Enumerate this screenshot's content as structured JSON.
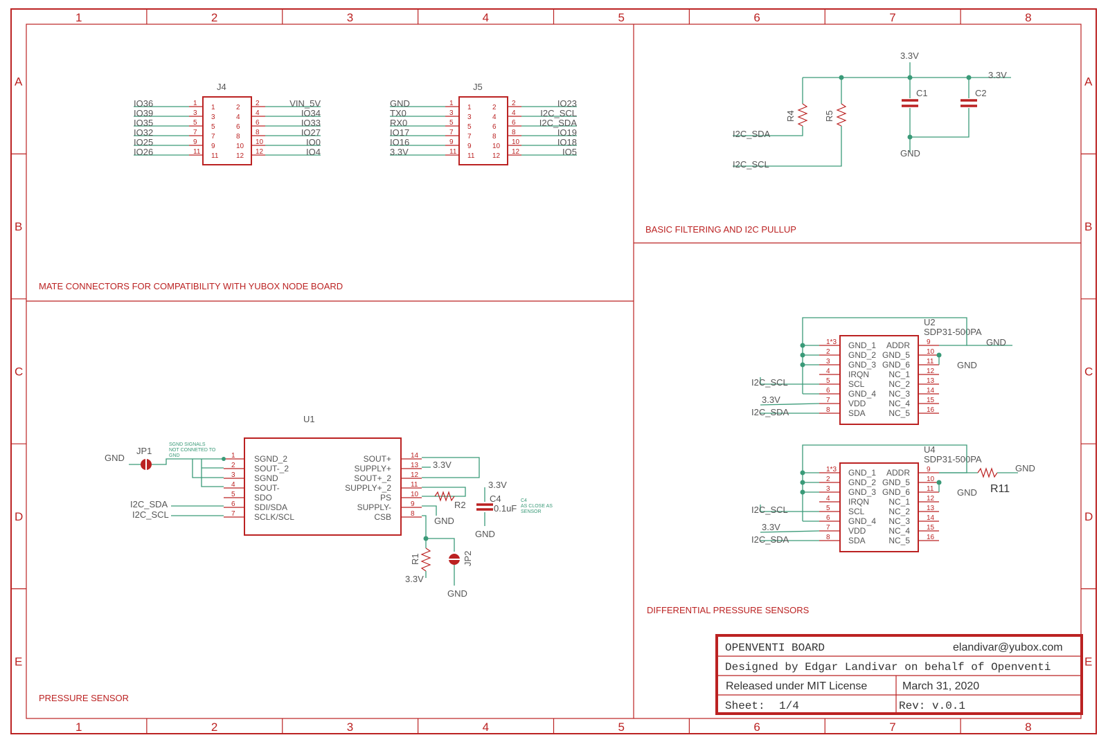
{
  "frame": {
    "columns": [
      "1",
      "2",
      "3",
      "4",
      "5",
      "6",
      "7",
      "8"
    ],
    "rows": [
      "A",
      "B",
      "C",
      "D",
      "E"
    ]
  },
  "sections": {
    "mate": "MATE CONNECTORS FOR COMPATIBILITY WITH YUBOX NODE BOARD",
    "filter": "BASIC FILTERING AND I2C PULLUP",
    "pressure": "PRESSURE SENSOR",
    "diff": "DIFFERENTIAL PRESSURE SENSORS"
  },
  "j4": {
    "name": "J4",
    "left_nets": [
      "IO36",
      "IO39",
      "IO35",
      "IO32",
      "IO25",
      "IO26"
    ],
    "right_nets": [
      "VIN_5V",
      "IO34",
      "IO33",
      "IO27",
      "IO0",
      "IO4"
    ],
    "left_pins": [
      "1",
      "3",
      "5",
      "7",
      "9",
      "11"
    ],
    "right_pins": [
      "2",
      "4",
      "6",
      "8",
      "10",
      "12"
    ]
  },
  "j5": {
    "name": "J5",
    "left_nets": [
      "GND",
      "TX0",
      "RX0",
      "IO17",
      "IO16",
      "3.3V"
    ],
    "right_nets": [
      "IO23",
      "I2C_SCL",
      "I2C_SDA",
      "IO19",
      "IO18",
      "IO5"
    ],
    "left_pins": [
      "1",
      "3",
      "5",
      "7",
      "9",
      "11"
    ],
    "right_pins": [
      "2",
      "4",
      "6",
      "8",
      "10",
      "12"
    ]
  },
  "filter": {
    "vcc_top": "3.3V",
    "vcc_right": "3.3V",
    "r4": "R4",
    "r5": "R5",
    "c1": "C1",
    "c2": "C2",
    "gnd": "GND",
    "sda": "I2C_SDA",
    "scl": "I2C_SCL"
  },
  "u1": {
    "name": "U1",
    "left_pins": [
      "SGND_2",
      "SOUT-_2",
      "SGND",
      "SOUT-",
      "SDO",
      "SDI/SDA",
      "SCLK/SCL"
    ],
    "left_nums": [
      "1",
      "2",
      "3",
      "4",
      "5",
      "6",
      "7"
    ],
    "right_pins": [
      "SOUT+",
      "SUPPLY+",
      "SOUT+_2",
      "SUPPLY+_2",
      "PS",
      "SUPPLY-",
      "CSB"
    ],
    "right_nums": [
      "14",
      "13",
      "12",
      "11",
      "10",
      "9",
      "8"
    ],
    "gnd_jp1": "GND",
    "jp1": "JP1",
    "note": [
      "SGND SIGNALS",
      "NOT CONNETED TO",
      "GND"
    ],
    "sda": "I2C_SDA",
    "scl": "I2C_SCL",
    "v33_a": "3.3V",
    "v33_b": "3.3V",
    "r2": "R2",
    "c4": "C4",
    "c4_val": "0.1uF",
    "c4_note": [
      "C4",
      "AS CLOSE AS",
      "SENSOR"
    ],
    "gnd_a": "GND",
    "gnd_b": "GND",
    "r1": "R1",
    "v33_r1": "3.3V",
    "jp2": "JP2",
    "gnd_jp2": "GND"
  },
  "u2": {
    "name": "U2",
    "value": "SDP31-500PA",
    "left_pins": [
      "GND_1",
      "GND_2",
      "GND_3",
      "IRQN",
      "SCL",
      "GND_4",
      "VDD",
      "SDA"
    ],
    "left_nums": [
      "1*3",
      "2",
      "3",
      "4",
      "5",
      "6",
      "7",
      "8"
    ],
    "right_pins": [
      "ADDR",
      "GND_5",
      "GND_6",
      "NC_1",
      "NC_2",
      "NC_3",
      "NC_4",
      "NC_5"
    ],
    "right_nums": [
      "9",
      "10",
      "11",
      "12",
      "13",
      "14",
      "15",
      "16"
    ],
    "gnd_right": "GND",
    "gnd_inner": "GND",
    "scl": "I2C_SCL",
    "v33": "3.3V",
    "sda": "I2C_SDA"
  },
  "u4": {
    "name": "U4",
    "value": "SDP31-500PA",
    "left_pins": [
      "GND_1",
      "GND_2",
      "GND_3",
      "IRQN",
      "SCL",
      "GND_4",
      "VDD",
      "SDA"
    ],
    "left_nums": [
      "1*3",
      "2",
      "3",
      "4",
      "5",
      "6",
      "7",
      "8"
    ],
    "right_pins": [
      "ADDR",
      "GND_5",
      "GND_6",
      "NC_1",
      "NC_2",
      "NC_3",
      "NC_4",
      "NC_5"
    ],
    "right_nums": [
      "9",
      "10",
      "11",
      "12",
      "13",
      "14",
      "15",
      "16"
    ],
    "gnd_right": "GND",
    "gnd_inner": "GND",
    "r11": "R11",
    "scl": "I2C_SCL",
    "v33": "3.3V",
    "sda": "I2C_SDA"
  },
  "title_block": {
    "title": "OPENVENTI BOARD",
    "email": "elandivar@yubox.com",
    "designer": "Designed by Edgar Landivar on behalf of Openventi",
    "license": "Released under MIT License",
    "date": "March 31, 2020",
    "sheet_label": "Sheet:",
    "sheet": "1/4",
    "rev_label": "Rev:",
    "rev": "v.0.1"
  },
  "colors": {
    "frame": "#bb2222",
    "wire": "#3a9a78",
    "text": "#555555"
  }
}
